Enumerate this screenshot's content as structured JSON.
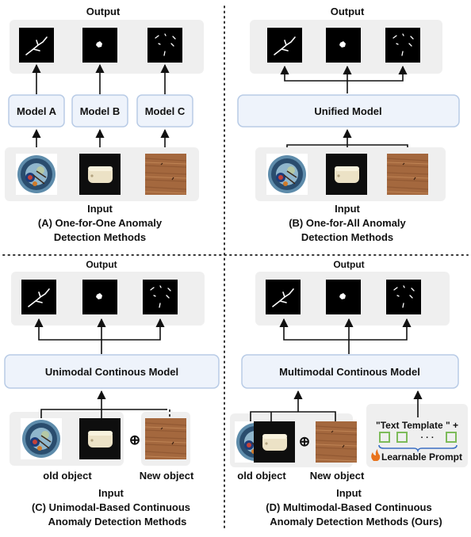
{
  "panel_a": {
    "output_label": "Output",
    "models": [
      "Model A",
      "Model B",
      "Model C"
    ],
    "input_label": "Input",
    "caption_line1": "(A) One-for-One Anomaly",
    "caption_line2": "Detection Methods"
  },
  "panel_b": {
    "output_label": "Output",
    "model_label": "Unified Model",
    "input_label": "Input",
    "caption_line1": "(B) One-for-All Anomaly",
    "caption_line2": "Detection Methods"
  },
  "panel_c": {
    "output_label": "Output",
    "model_label": "Unimodal Continous Model",
    "plus_symbol": "⊕",
    "old_label": "old object",
    "new_label": "New object",
    "input_label": "Input",
    "caption_line1": "(C) Unimodal-Based Continuous",
    "caption_line2": "Anomaly Detection Methods"
  },
  "panel_d": {
    "output_label": "Output",
    "model_label": "Multimodal Continous Model",
    "plus_symbol": "⊕",
    "old_label": "old object",
    "new_label": "New object",
    "text_template": "\"Text Template \" +",
    "dots": "· · ·",
    "prompt_label": "Learnable Prompt",
    "input_label": "Input",
    "caption_line1": "(D) Multimodal-Based Continuous",
    "caption_line2": "Anomaly Detection Methods (Ours)"
  },
  "colors": {
    "panel_bg": "#efefef",
    "model_fill": "#eef3fb",
    "model_stroke": "#b8cbe6",
    "prompt_square": "#7dbb5a",
    "brace": "#3b6fc4",
    "fire": "#e8731d"
  }
}
